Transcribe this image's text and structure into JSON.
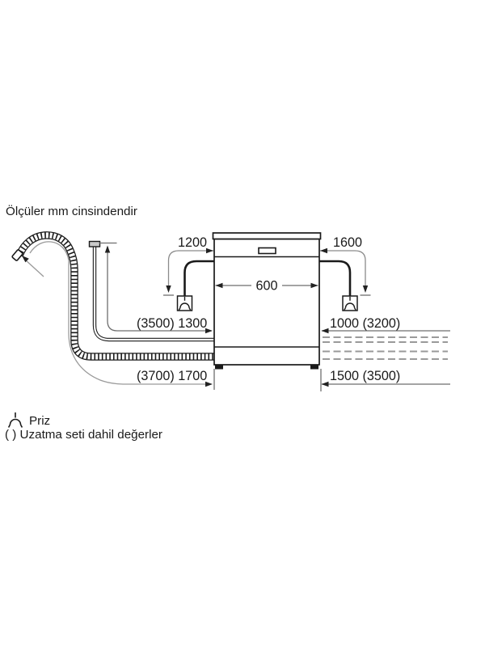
{
  "title": "Ölçüler mm cinsindendir",
  "diagram": {
    "type": "appliance-installation-dimensions",
    "unit": "mm",
    "dim_labels": {
      "top_left": "1200",
      "top_right": "1600",
      "appliance_width": "600",
      "mid_left": "(3500) 1300",
      "mid_right": "1000 (3200)",
      "bottom_left": "(3700) 1700",
      "bottom_right": "1500 (3500)"
    },
    "icons": [
      "plug-socket-icon",
      "corrugated-drain-hose",
      "water-supply-pipe",
      "tap-connector-icon"
    ]
  },
  "legend": {
    "plug_label": "Priz",
    "note": "( ) Uzatma seti dahil değerler"
  },
  "colors": {
    "background": "#ffffff",
    "ink": "#1a1a1a",
    "dimension_line": "#6e6e6e",
    "leader_line": "#9a9a9a",
    "dashed_extension": "#9a9a9a",
    "arrowhead": "#222222"
  }
}
